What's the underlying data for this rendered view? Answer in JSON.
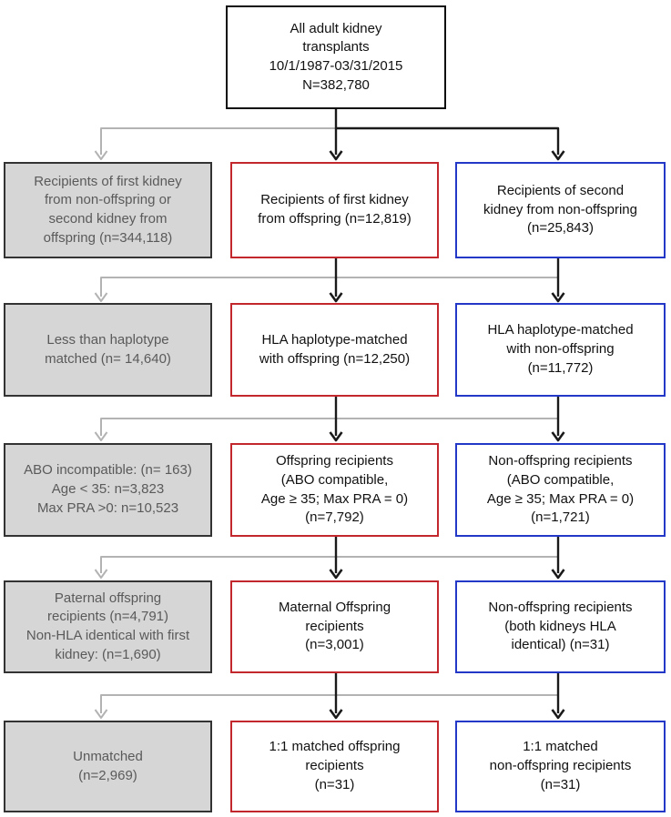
{
  "flowchart": {
    "root": {
      "lines": [
        "All adult kidney",
        "transplants",
        "10/1/1987-03/31/2015",
        "N=382,780"
      ]
    },
    "rows": [
      {
        "excluded": {
          "lines": [
            "Recipients of first kidney",
            "from non-offspring or",
            "second kidney from",
            "offspring (n=344,118)"
          ]
        },
        "offspring": {
          "lines": [
            "Recipients of first kidney",
            "from offspring (n=12,819)"
          ]
        },
        "non_offspring": {
          "lines": [
            "Recipients of second",
            "kidney from non-offspring",
            "(n=25,843)"
          ]
        }
      },
      {
        "excluded": {
          "lines": [
            "Less than haplotype",
            "matched (n= 14,640)"
          ]
        },
        "offspring": {
          "lines": [
            "HLA haplotype-matched",
            "with offspring (n=12,250)"
          ]
        },
        "non_offspring": {
          "lines": [
            "HLA haplotype-matched",
            "with non-offspring",
            "(n=11,772)"
          ]
        }
      },
      {
        "excluded": {
          "lines": [
            "ABO incompatible: (n= 163)",
            "Age < 35: n=3,823",
            "Max PRA >0: n=10,523"
          ]
        },
        "offspring": {
          "lines": [
            "Offspring recipients",
            "(ABO compatible,",
            "Age ≥ 35; Max PRA = 0)",
            "(n=7,792)"
          ]
        },
        "non_offspring": {
          "lines": [
            "Non-offspring recipients",
            "(ABO compatible,",
            "Age ≥ 35; Max PRA = 0)",
            "(n=1,721)"
          ]
        }
      },
      {
        "excluded": {
          "lines": [
            "Paternal offspring",
            "recipients (n=4,791)",
            "Non-HLA identical with first",
            "kidney: (n=1,690)"
          ]
        },
        "offspring": {
          "lines": [
            "Maternal Offspring",
            "recipients",
            "(n=3,001)"
          ]
        },
        "non_offspring": {
          "lines": [
            "Non-offspring recipients",
            "(both kidneys HLA",
            "identical) (n=31)"
          ]
        }
      },
      {
        "excluded": {
          "lines": [
            "Unmatched",
            "(n=2,969)"
          ]
        },
        "offspring": {
          "lines": [
            "1:1 matched offspring",
            "recipients",
            "(n=31)"
          ]
        },
        "non_offspring": {
          "lines": [
            "1:1 matched",
            "non-offspring recipients",
            "(n=31)"
          ]
        }
      }
    ],
    "colors": {
      "root_border": "#0d0d0d",
      "excluded_fill": "#d6d6d6",
      "excluded_border": "#333333",
      "excluded_text": "#5a5a5a",
      "offspring_border": "#c2272d",
      "non_offspring_border": "#2438c8",
      "arrow_black": "#1a1a1a",
      "arrow_gray": "#b3b3b3"
    }
  }
}
